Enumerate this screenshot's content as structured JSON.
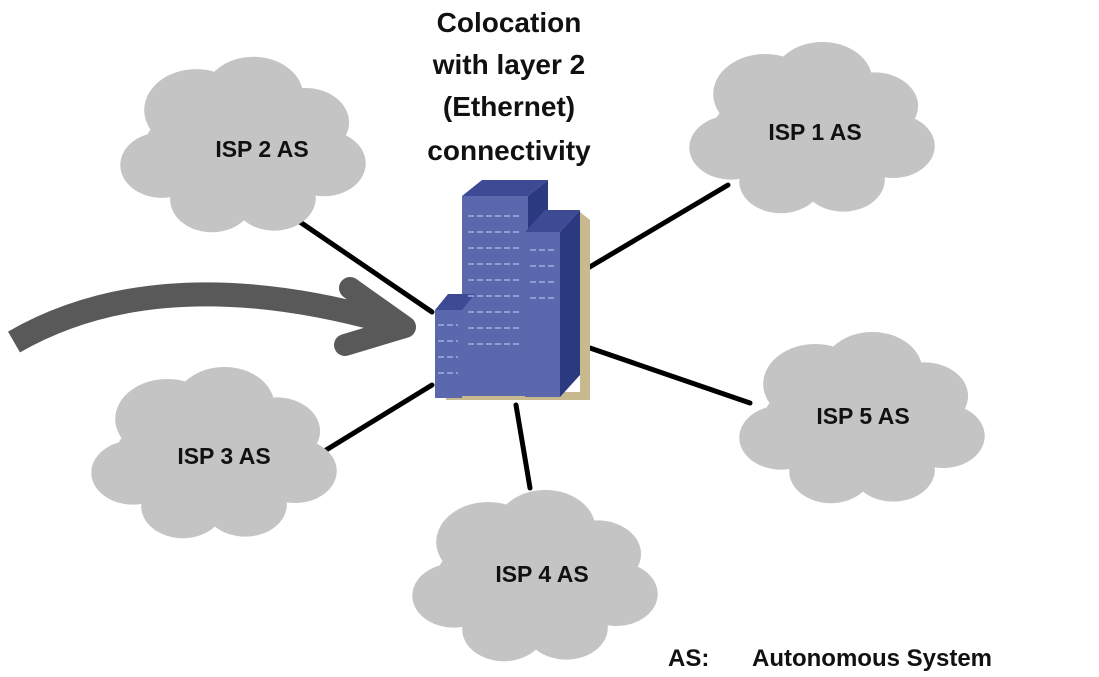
{
  "title": {
    "lines": [
      "Colocation",
      "with layer 2",
      "(Ethernet)",
      "connectivity"
    ]
  },
  "clouds": {
    "isp1": "ISP 1 AS",
    "isp2": "ISP 2 AS",
    "isp3": "ISP 3 AS",
    "isp4": "ISP 4 AS",
    "isp5": "ISP 5 AS"
  },
  "legend": {
    "abbr": "AS:",
    "meaning": "Autonomous System"
  },
  "colors": {
    "cloud_fill": "#c4c4c4",
    "building_front": "#5b68ad",
    "building_side": "#2b3a80",
    "building_top": "#3e4a94",
    "building_shadow": "#c8b98f",
    "arrow": "#595959",
    "line": "#000000"
  },
  "icons": {
    "building": "office-building-icon",
    "arrow": "curved-arrow-icon"
  }
}
